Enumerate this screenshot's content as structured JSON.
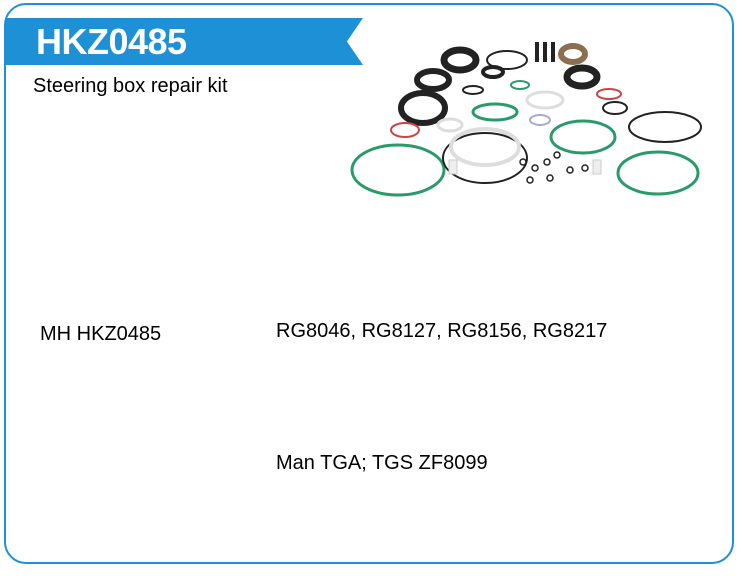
{
  "product": {
    "code": "HKZ0485",
    "description": "Steering box repair kit",
    "image_icon": "seal-kit-photo",
    "manufacturer_ref": "MH HKZ0485",
    "oe_numbers": "RG8046, RG8127, RG8156, RG8217",
    "application": "Man TGA; TGS ZF8099"
  },
  "colors": {
    "accent": "#1e90d6"
  }
}
